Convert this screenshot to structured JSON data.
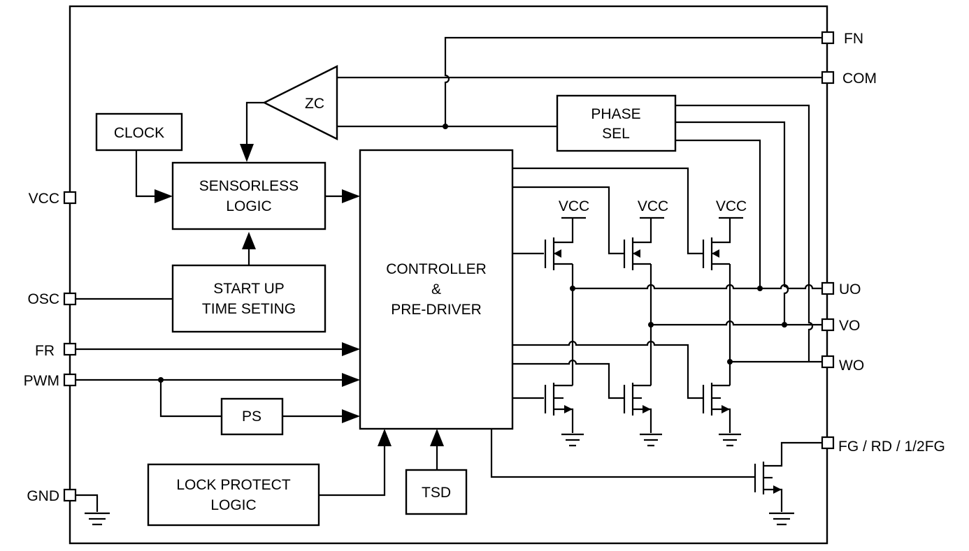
{
  "blocks": {
    "clock": "CLOCK",
    "zc": "ZC",
    "phase_sel": [
      "PHASE",
      "SEL"
    ],
    "sensorless_logic": [
      "SENSORLESS",
      "LOGIC"
    ],
    "startup_time": [
      "START UP",
      "TIME SETING"
    ],
    "controller": [
      "CONTROLLER",
      "&",
      "PRE-DRIVER"
    ],
    "ps": "PS",
    "lock_protect": [
      "LOCK PROTECT",
      "LOGIC"
    ],
    "tsd": "TSD"
  },
  "pins": {
    "left": [
      "VCC",
      "OSC",
      "FR",
      "PWM",
      "GND"
    ],
    "right": [
      "FN",
      "COM",
      "UO",
      "VO",
      "WO",
      "FG / RD / 1/2FG"
    ]
  },
  "supply_labels": [
    "VCC",
    "VCC",
    "VCC"
  ]
}
